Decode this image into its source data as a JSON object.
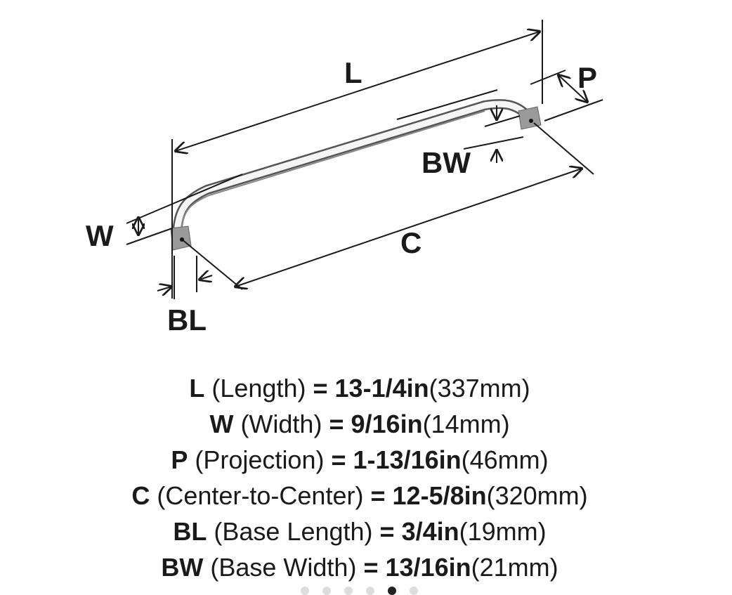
{
  "diagram": {
    "labels": {
      "L": "L",
      "P": "P",
      "BW": "BW",
      "W": "W",
      "C": "C",
      "BL": "BL"
    }
  },
  "specs": [
    {
      "code": "L",
      "name": "(Length)",
      "eq": "=",
      "imperial": "13-1/4in",
      "metric": "(337mm)"
    },
    {
      "code": "W",
      "name": "(Width)",
      "eq": "=",
      "imperial": "9/16in",
      "metric": "(14mm)"
    },
    {
      "code": "P",
      "name": "(Projection)",
      "eq": "=",
      "imperial": "1-13/16in",
      "metric": "(46mm)"
    },
    {
      "code": "C",
      "name": "(Center-to-Center)",
      "eq": "=",
      "imperial": "12-5/8in",
      "metric": "(320mm)"
    },
    {
      "code": "BL",
      "name": "(Base Length)",
      "eq": "=",
      "imperial": "3/4in",
      "metric": "(19mm)"
    },
    {
      "code": "BW",
      "name": "(Base Width)",
      "eq": "=",
      "imperial": "13/16in",
      "metric": "(21mm)"
    }
  ],
  "carousel": {
    "total": 6,
    "active_index": 4
  }
}
